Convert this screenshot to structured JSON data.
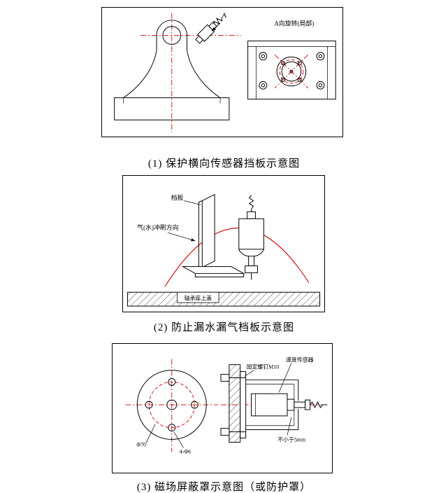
{
  "colors": {
    "background": "#ffffff",
    "line": "#000000",
    "centerline": "#cc0000"
  },
  "figures": {
    "fig1": {
      "caption": "(1) 保护横向传感器挡板示意图",
      "labels": {
        "view_arrow": "A",
        "view_title": "A向旋转(局部)"
      }
    },
    "fig2": {
      "caption": "(2) 防止漏水漏气档板示意图",
      "labels": {
        "baffle": "档板",
        "flush_direction": "气(水)冲刷方向",
        "bearing_cover": "轴承座上盖"
      }
    },
    "fig3": {
      "caption": "(3) 磁场屏蔽罩示意图（或防护罩）",
      "labels": {
        "bolt_circle_dia": "Φ70",
        "holes": "4-Φ6",
        "fixing_screw": "固定螺钉M10",
        "sensor": "速度传感器",
        "min_gap": "不小于5mm"
      }
    }
  }
}
